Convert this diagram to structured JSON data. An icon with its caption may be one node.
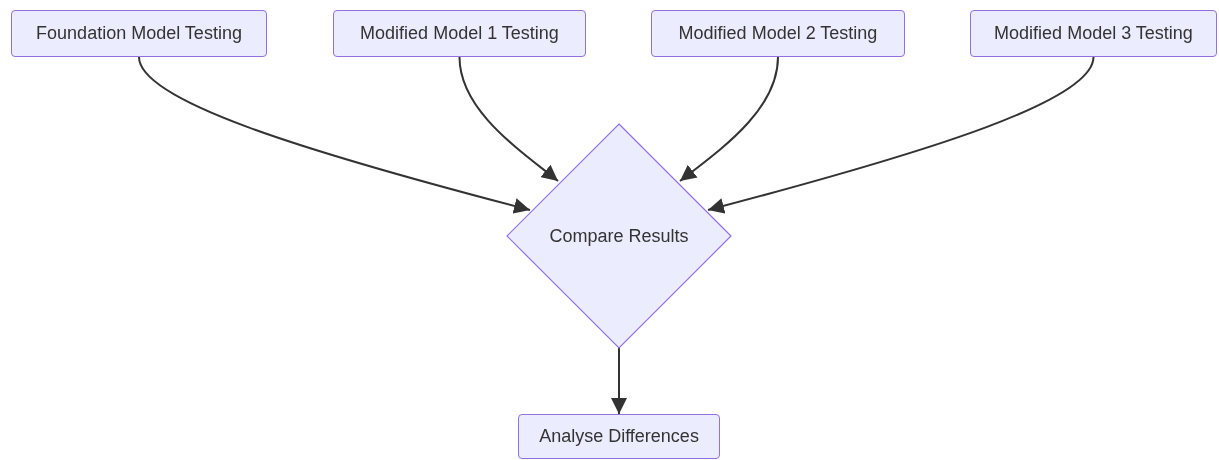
{
  "diagram": {
    "nodes": [
      {
        "text": [
          "Foundation Model Testing"
        ]
      },
      {
        "text": [
          "Modified Model 1 Testing"
        ]
      },
      {
        "text": [
          "Modified Model 2 Testing"
        ]
      },
      {
        "text": [
          "Modified Model 3 Testing"
        ]
      },
      {
        "text": [
          "Compare Results"
        ]
      },
      {
        "text": [
          "Analyse Differences"
        ]
      }
    ],
    "edges": [
      {
        "from": 0,
        "to": 4,
        "arrow": "to"
      },
      {
        "from": 1,
        "to": 4,
        "arrow": "to"
      },
      {
        "from": 2,
        "to": 4,
        "arrow": "to"
      },
      {
        "from": 3,
        "to": 4,
        "arrow": "to"
      },
      {
        "from": 4,
        "to": 5,
        "arrow": "to"
      }
    ]
  }
}
